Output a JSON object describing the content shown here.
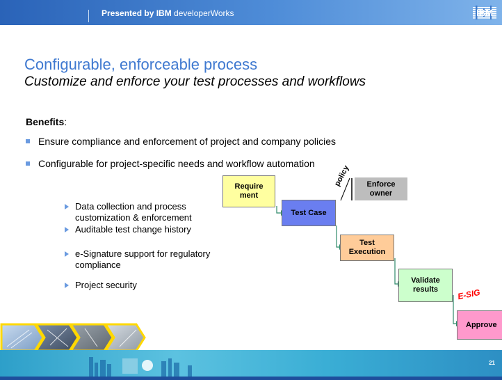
{
  "header": {
    "presented_bold": "Presented by IBM",
    "presented_rest": " developerWorks",
    "logo": "IBM"
  },
  "slide": {
    "title": "Configurable, enforceable process",
    "subtitle": "Customize and enforce your test processes and workflows",
    "benefits_label": "Benefits",
    "benefits_colon": ":",
    "bullets": [
      "Ensure compliance and enforcement of project and company policies",
      "Configurable for project-specific needs and workflow automation"
    ],
    "sub_bullets": [
      "Data collection and process customization & enforcement",
      "Auditable test change history",
      "e-Signature support for regulatory compliance",
      "Project security"
    ]
  },
  "workflow": {
    "requirement": "Require ment",
    "test_case": "Test Case",
    "policy": "policy",
    "enforce_owner": "Enforce owner",
    "test_execution": "Test Execution",
    "validate": "Validate results",
    "esig": "E-SIG",
    "approve": "Approve"
  },
  "colors": {
    "title_blue": "#3f79d0",
    "requirement_fill": "#ffffa0",
    "testcase_fill": "#6a7ef0",
    "execution_fill": "#ffcc99",
    "validate_fill": "#ccffcc",
    "approve_fill": "#ff99cc",
    "esig_red": "#ff0000",
    "arrow_green": "#2f8a6a"
  },
  "footer": {
    "page_number": "21"
  }
}
